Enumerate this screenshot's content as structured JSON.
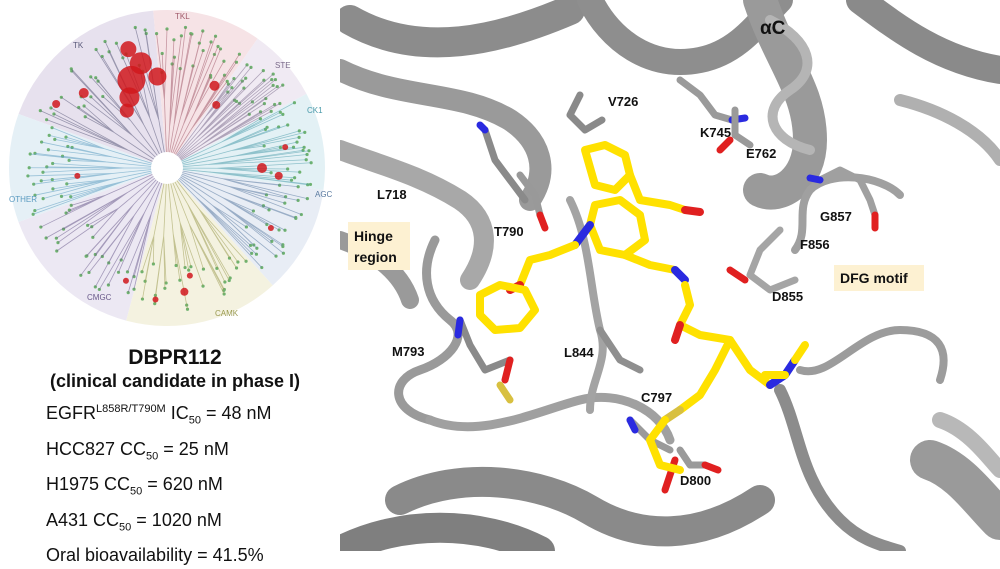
{
  "kinome": {
    "families": [
      {
        "label": "TK",
        "color": "#e7e1ee",
        "text_color": "#5a5a7a"
      },
      {
        "label": "TKL",
        "color": "#f6e3e6",
        "text_color": "#a05a6a"
      },
      {
        "label": "STE",
        "color": "#f0eaf3",
        "text_color": "#7a6a8a"
      },
      {
        "label": "CK1",
        "color": "#e3f1f5",
        "text_color": "#4a9aaa"
      },
      {
        "label": "AGC",
        "color": "#e8edf5",
        "text_color": "#5a7aa0"
      },
      {
        "label": "CAMK",
        "color": "#f4f2e0",
        "text_color": "#9a9a50"
      },
      {
        "label": "CMGC",
        "color": "#ece8f3",
        "text_color": "#6a5a8a"
      },
      {
        "label": "OTHER",
        "color": "#e5f0f6",
        "text_color": "#5a9ac0"
      }
    ],
    "hit_color": "#d0181c",
    "node_color": "#6fb36f"
  },
  "compound": {
    "name": "DBPR112",
    "status": "(clinical candidate in phase I)",
    "egfr": {
      "prefix": "EGFR",
      "mutation": "L858R/T790M",
      "metric": "IC",
      "metric_sub": "50",
      "value": " = 48 nM"
    },
    "assays": [
      {
        "cell": "HCC827 ",
        "metric": "CC",
        "sub": "50",
        "value": " = 25 nM"
      },
      {
        "cell": "H1975 ",
        "metric": "CC",
        "sub": "50",
        "value": " = 620 nM"
      },
      {
        "cell": "A431 ",
        "metric": "CC",
        "sub": "50",
        "value": " = 1020 nM"
      }
    ],
    "bioavailability": "Oral bioavailability = 41.5%"
  },
  "structure": {
    "helix_label": "αC",
    "residues": [
      "V726",
      "K745",
      "E762",
      "L718",
      "T790",
      "G857",
      "F856",
      "D855",
      "M793",
      "L844",
      "C797",
      "D800"
    ],
    "regions": [
      "Hinge",
      "region",
      "DFG motif"
    ],
    "colors": {
      "protein": "#9a9a9a",
      "ligand": "#ffe100",
      "nitrogen": "#2a2ae0",
      "oxygen": "#e02020",
      "sulfur": "#d8c040",
      "highlight_box": "#fdf1d2"
    }
  }
}
